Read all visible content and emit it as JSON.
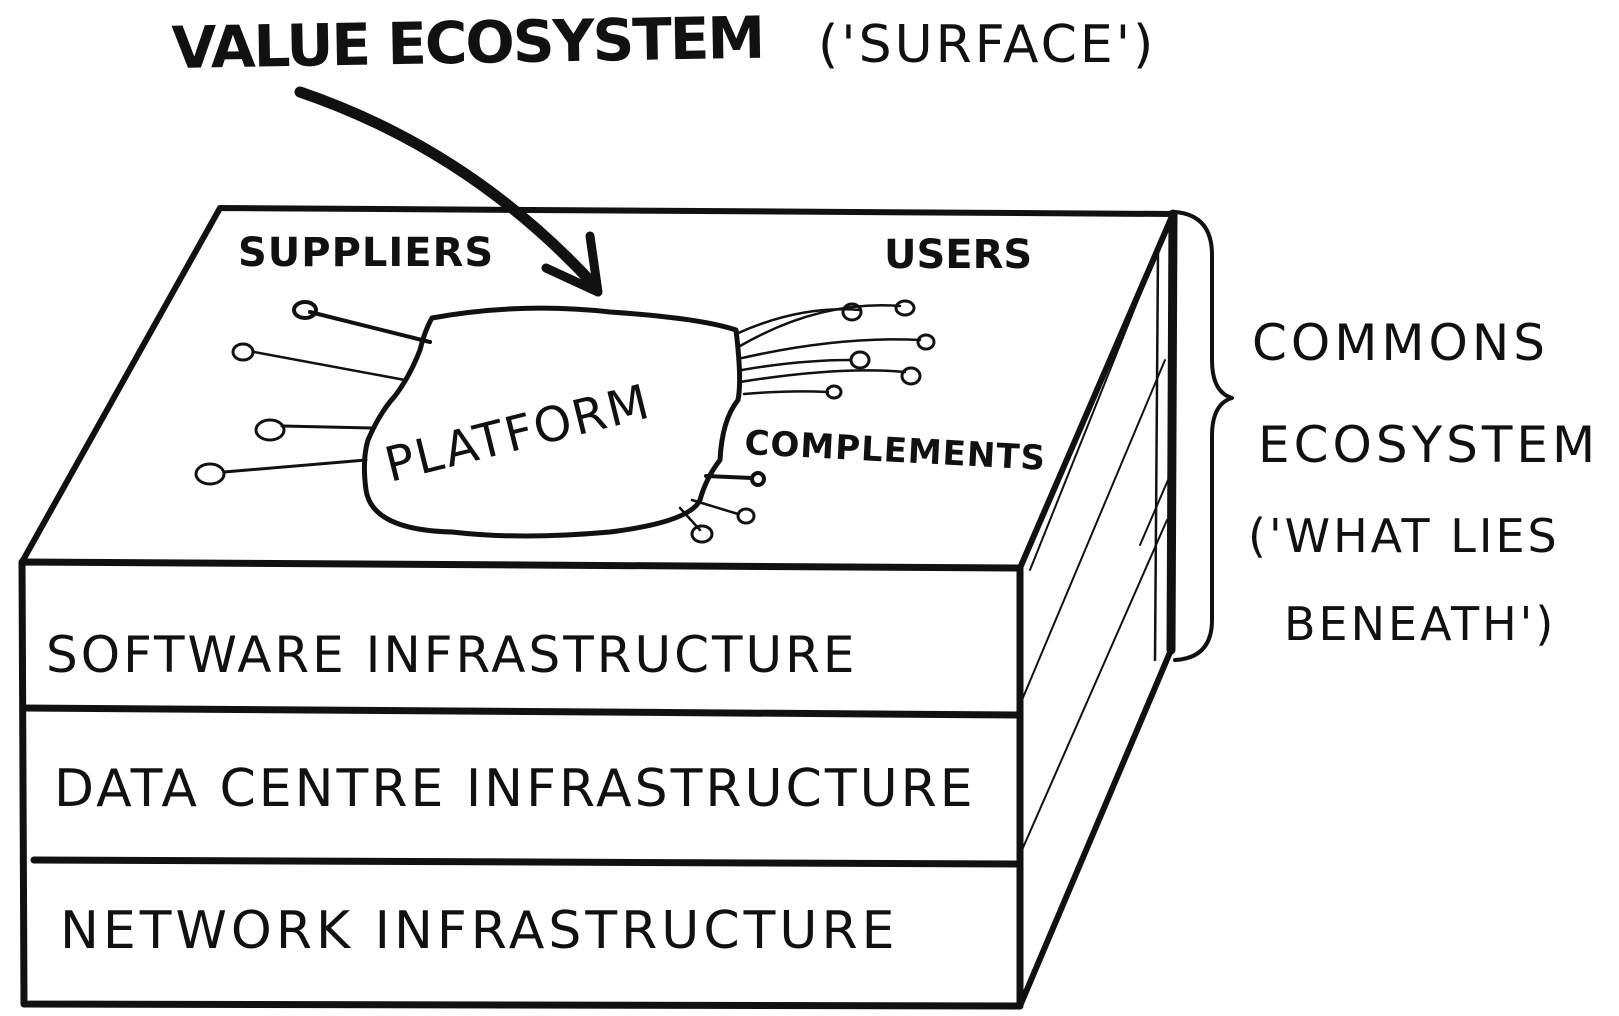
{
  "title": {
    "main": "VALUE ECOSYSTEM",
    "sub": "('SURFACE')"
  },
  "surface": {
    "platform": "PLATFORM",
    "suppliers": "SUPPLIERS",
    "users": "USERS",
    "complements": "COMPLEMENTS"
  },
  "layers": [
    {
      "label": "SOFTWARE INFRASTRUCTURE"
    },
    {
      "label": "DATA CENTRE INFRASTRUCTURE"
    },
    {
      "label": "NETWORK INFRASTRUCTURE"
    }
  ],
  "commons": {
    "line1": "COMMONS",
    "line2": "ECOSYSTEM",
    "line3": "('WHAT LIES",
    "line4": "BENEATH')"
  },
  "colors": {
    "ink": "#111111",
    "paper": "#ffffff"
  }
}
